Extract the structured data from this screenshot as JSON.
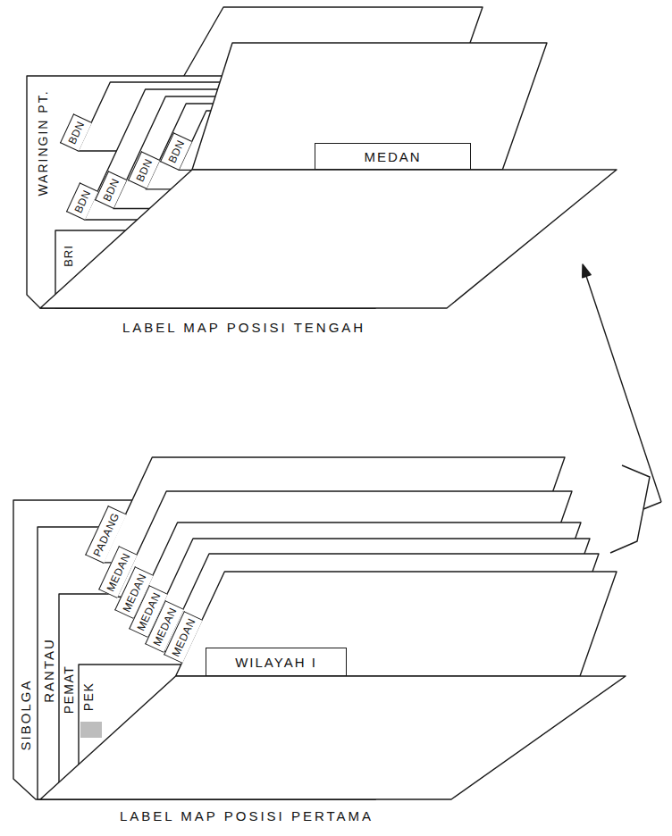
{
  "diagram": {
    "nodes": [
      {
        "text": [
          "BDN"
        ]
      },
      {
        "text": [
          "BDN"
        ]
      },
      {
        "text": [
          "BDN"
        ]
      },
      {
        "text": [
          "BDN"
        ]
      },
      {
        "text": [
          "BDN"
        ]
      },
      {
        "text": [
          "MEDAN"
        ]
      },
      {
        "text": [
          "PADANG"
        ]
      },
      {
        "text": [
          "MEDAN"
        ]
      },
      {
        "text": [
          "MEDAN"
        ]
      },
      {
        "text": [
          "MEDAN"
        ]
      },
      {
        "text": [
          "MEDAN"
        ]
      },
      {
        "text": [
          "MEDAN"
        ]
      },
      {
        "text": [
          "WILAYAH I"
        ]
      }
    ],
    "labels": [
      "WARINGIN PT.",
      "BRI",
      "LABEL MAP POSISI TENGAH",
      "SIBOLGA",
      "RANTAU",
      "PEMAT",
      "PEK",
      "LABEL MAP POSISI PERTAMA"
    ]
  }
}
